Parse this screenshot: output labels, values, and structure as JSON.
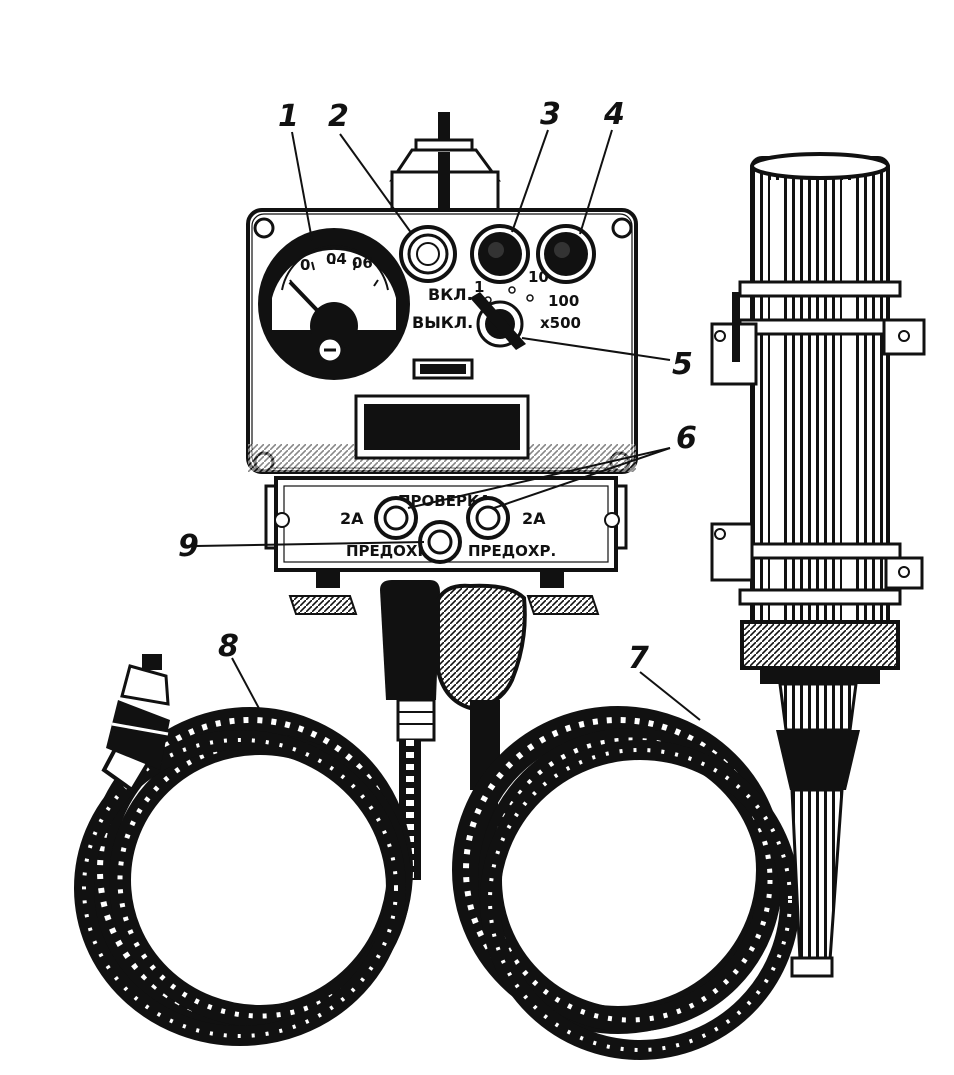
{
  "callouts": {
    "n1": "1",
    "n2": "2",
    "n3": "3",
    "n4": "4",
    "n5": "5",
    "n6": "6",
    "n7": "7",
    "n8": "8",
    "n9": "9"
  },
  "panel": {
    "switch_on": "ВКЛ.",
    "switch_off": "ВЫКЛ.",
    "range_1": "1",
    "range_10": "10",
    "range_100": "100",
    "range_500": "х500",
    "meter_ticks": [
      "0",
      "04",
      "06"
    ]
  },
  "fusebox": {
    "check_label": "ПРОВЕРКА",
    "left_rating": "2А",
    "right_rating": "2А",
    "fuse_left": "ПРЕДОХР.",
    "fuse_right": "ПРЕДОХР."
  },
  "colors": {
    "ink": "#111111",
    "paper": "#ffffff"
  }
}
